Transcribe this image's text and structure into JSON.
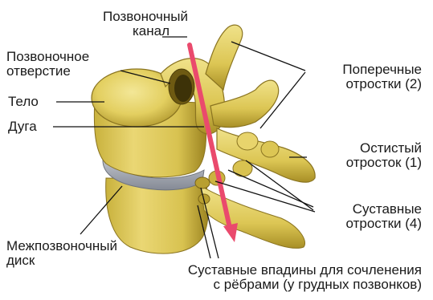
{
  "labels": {
    "canal": [
      "Позвоночный",
      "канал"
    ],
    "foramen": [
      "Позвоночное",
      "отверстие"
    ],
    "body": "Тело",
    "arch": "Дуга",
    "transverse": [
      "Поперечные",
      "отростки (2)"
    ],
    "spinous": [
      "Остистый",
      "отросток (1)"
    ],
    "articular": [
      "Суставные",
      "отростки (4)"
    ],
    "disc": [
      "Межпозвоночный",
      "диск"
    ],
    "rib_facets": [
      "Суставные впадины для сочленения",
      "с рёбрами (у грудных позвонков)"
    ]
  },
  "colors": {
    "bone": "#e3cf60",
    "bone_light": "#f3e797",
    "bone_shadow": "#a88f26",
    "disc": "#9ea3ad",
    "canal_arrow": "#ea4a6d",
    "leader": "#111111",
    "text": "#1a1a1a"
  }
}
